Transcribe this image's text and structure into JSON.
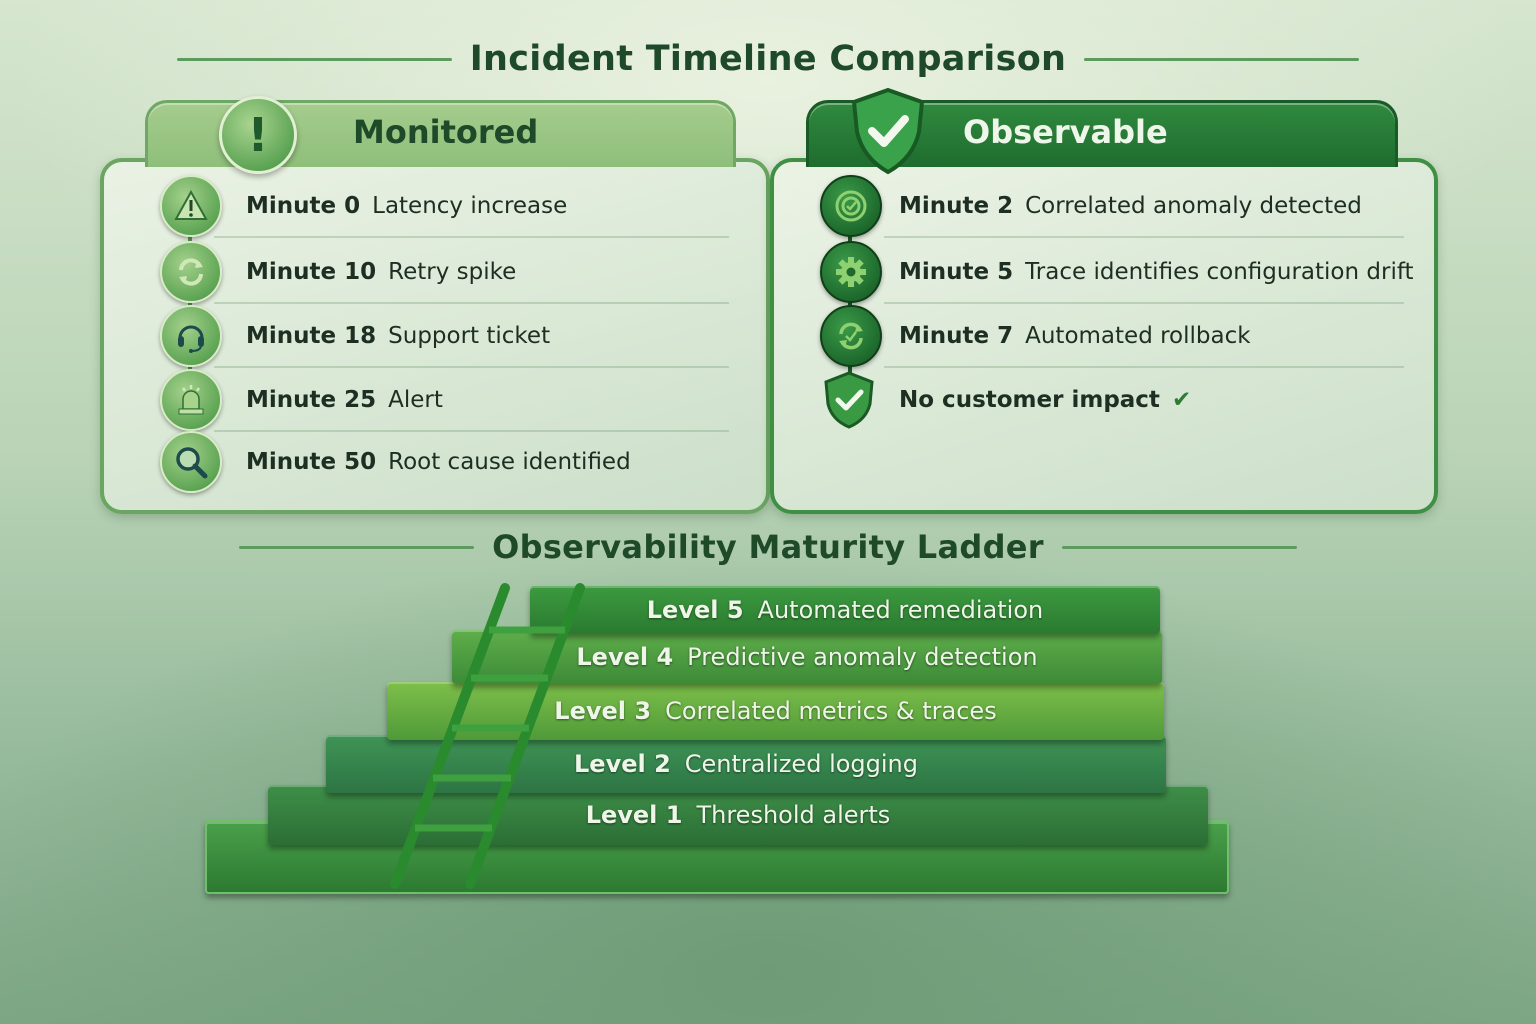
{
  "timeline": {
    "title": "Incident Timeline Comparison",
    "monitored": {
      "label": "Monitored",
      "badge_icon": "exclamation-icon",
      "events": [
        {
          "minute": "Minute 0",
          "event": "Latency increase",
          "icon": "warning-triangle-icon"
        },
        {
          "minute": "Minute 10",
          "event": "Retry spike",
          "icon": "retry-arrows-icon"
        },
        {
          "minute": "Minute 18",
          "event": "Support ticket",
          "icon": "headset-icon"
        },
        {
          "minute": "Minute 25",
          "event": "Alert",
          "icon": "alarm-siren-icon"
        },
        {
          "minute": "Minute 50",
          "event": "Root cause identified",
          "icon": "magnifier-icon"
        }
      ]
    },
    "observable": {
      "label": "Observable",
      "badge_icon": "shield-check-icon",
      "events": [
        {
          "minute": "Minute 2",
          "event": "Correlated anomaly detected",
          "icon": "target-check-icon"
        },
        {
          "minute": "Minute 5",
          "event": "Trace identifies configuration drift",
          "icon": "gear-icon"
        },
        {
          "minute": "Minute 7",
          "event": "Automated rollback",
          "icon": "sync-check-icon"
        },
        {
          "minute": "",
          "event": "No customer impact",
          "icon": "shield-check-icon",
          "suffix": "✔"
        }
      ]
    }
  },
  "ladder": {
    "title": "Observability Maturity Ladder",
    "levels": [
      {
        "level": "Level 5",
        "desc": "Automated remediation"
      },
      {
        "level": "Level 4",
        "desc": "Predictive anomaly detection"
      },
      {
        "level": "Level 3",
        "desc": "Correlated metrics & traces"
      },
      {
        "level": "Level 2",
        "desc": "Centralized logging"
      },
      {
        "level": "Level 1",
        "desc": "Threshold alerts"
      }
    ]
  },
  "colors": {
    "dark_green": "#1f6c2f",
    "light_green": "#8ebf7a",
    "title_text": "#1f4a2a"
  }
}
